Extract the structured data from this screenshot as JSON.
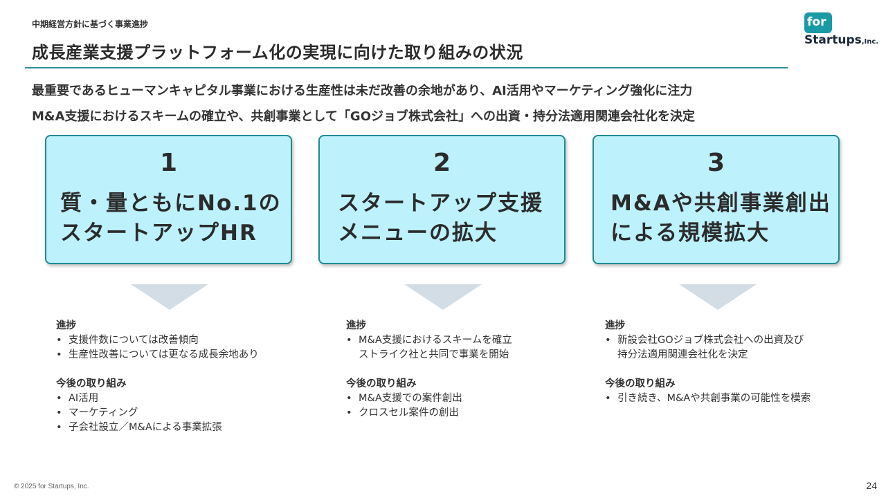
{
  "header": {
    "breadcrumb": "中期経営方針に基づく事業進捗",
    "title": "成長産業支援プラットフォーム化の実現に向けた取り組みの状況"
  },
  "logo": {
    "for": "for",
    "startups": "Startups",
    "inc": ",Inc."
  },
  "summary": [
    "最重要であるヒューマンキャピタル事業における生産性は未だ改善の余地があり、AI活用やマーケティング強化に注力",
    "M&A支援におけるスキームの確立や、共創事業として「GOジョブ株式会社」への出資・持分法適用関連会社化を決定"
  ],
  "cards": [
    {
      "number": "1",
      "title": "質・量ともにNo.1の\nスタートアップHR",
      "progress_label": "進捗",
      "progress": [
        "支援件数については改善傾向",
        "生産性改善については更なる成長余地あり"
      ],
      "future_label": "今後の取り組み",
      "future": [
        "AI活用",
        "マーケティング",
        "子会社設立／M&Aによる事業拡張"
      ]
    },
    {
      "number": "2",
      "title": "スタートアップ支援\nメニューの拡大",
      "progress_label": "進捗",
      "progress": [
        "M&A支援におけるスキームを確立\nストライク社と共同で事業を開始"
      ],
      "future_label": "今後の取り組み",
      "future": [
        "M&A支援での案件創出",
        "クロスセル案件の創出"
      ]
    },
    {
      "number": "3",
      "title": "M&Aや共創事業創出\nによる規模拡大",
      "progress_label": "進捗",
      "progress": [
        "新設会社GOジョブ株式会社への出資及び\n持分法適用関連会社化を決定"
      ],
      "future_label": "今後の取り組み",
      "future": [
        "引き続き、M&Aや共創事業の可能性を模索"
      ]
    }
  ],
  "footer": {
    "copyright": "© 2025 for Startups, Inc.",
    "page_number": "24"
  },
  "colors": {
    "accent": "#1e8a94",
    "card_fill": "#bdf1fb",
    "arrow": "#d3dde6",
    "logo": "#1a9aa4"
  }
}
